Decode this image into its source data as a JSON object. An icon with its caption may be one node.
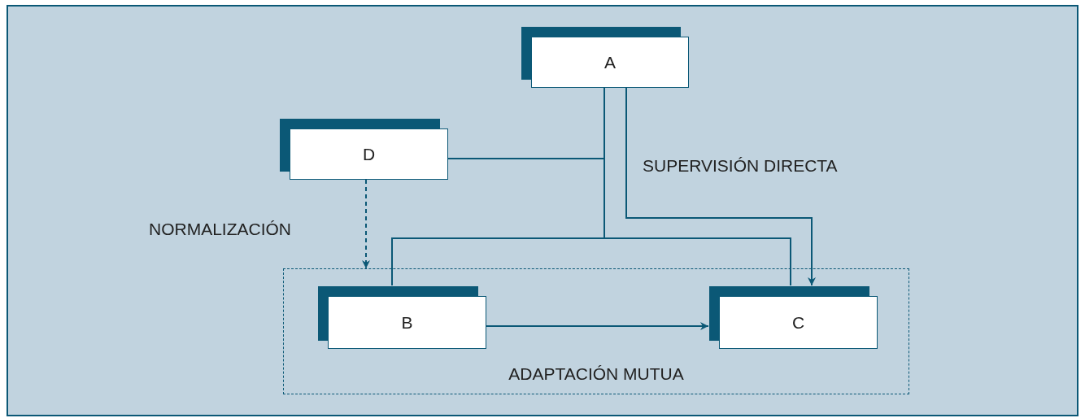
{
  "diagram": {
    "nodes": [
      {
        "text": [
          "A"
        ]
      },
      {
        "text": [
          "D"
        ]
      },
      {
        "text": [
          "ADAPTACIÓN MUTUA"
        ]
      },
      {
        "text": [
          "B"
        ],
        "in": 2
      },
      {
        "text": [
          "C"
        ],
        "in": 2
      }
    ],
    "edges": [
      {
        "from": 0,
        "to": 3,
        "arrow": "none"
      },
      {
        "from": 0,
        "to": 4,
        "arrow": "none"
      },
      {
        "from": 1,
        "to": 3,
        "arrow": "none"
      },
      {
        "from": 1,
        "to": 4,
        "arrow": "none"
      },
      {
        "from": 0,
        "to": 4,
        "arrow": "to",
        "label": "SUPERVISIÓN DIRECTA"
      },
      {
        "from": 1,
        "to": 2,
        "arrow": "to",
        "style": "dashed",
        "label": "NORMALIZACIÓN"
      },
      {
        "from": 3,
        "to": 4,
        "arrow": "to"
      }
    ]
  }
}
